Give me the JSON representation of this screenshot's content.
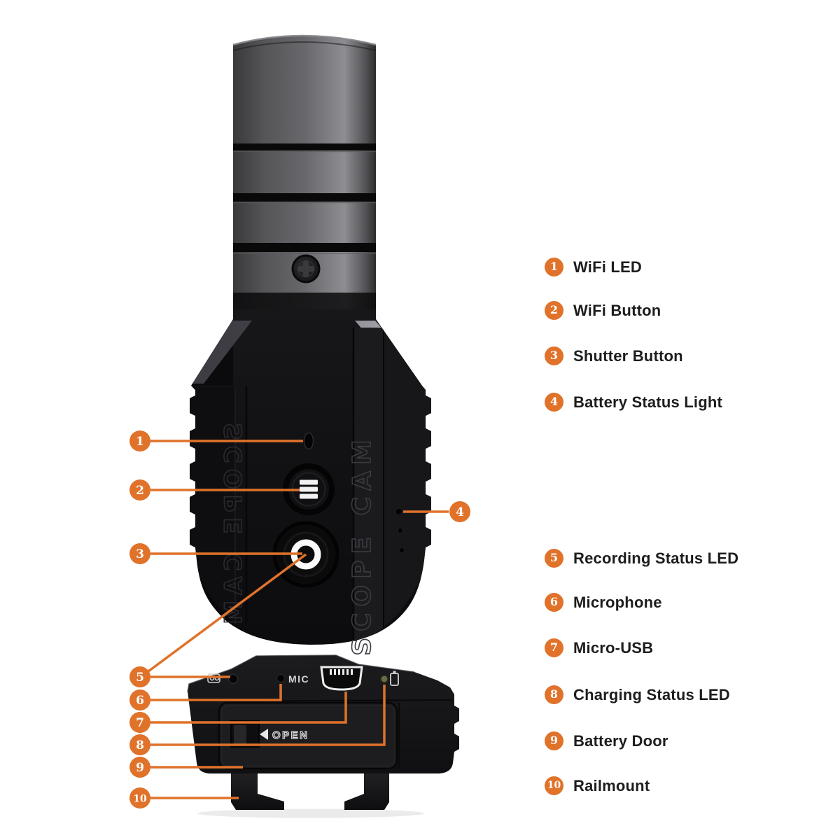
{
  "accent_color": "#E0722A",
  "device": {
    "brand_text_left": "SCOPE CAM",
    "brand_text_right": "SCOPE CAM",
    "mic_label": "MIC",
    "open_label": "OPEN"
  },
  "callouts": [
    "1",
    "2",
    "3",
    "4",
    "5",
    "6",
    "7",
    "8",
    "9",
    "10"
  ],
  "legend": {
    "items": [
      {
        "number": "1",
        "label": "WiFi LED"
      },
      {
        "number": "2",
        "label": "WiFi Button"
      },
      {
        "number": "3",
        "label": "Shutter Button"
      },
      {
        "number": "4",
        "label": "Battery Status Light"
      },
      {
        "number": "5",
        "label": "Recording Status LED"
      },
      {
        "number": "6",
        "label": "Microphone"
      },
      {
        "number": "7",
        "label": "Micro-USB"
      },
      {
        "number": "8",
        "label": "Charging Status LED"
      },
      {
        "number": "9",
        "label": "Battery Door"
      },
      {
        "number": "10",
        "label": "Railmount"
      }
    ]
  }
}
